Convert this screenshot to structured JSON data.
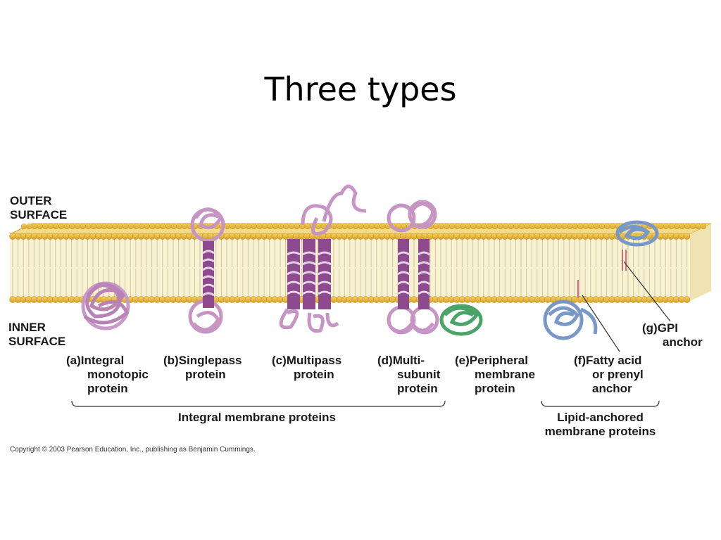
{
  "title": "Three types",
  "surfaces": {
    "outer": [
      "OUTER",
      "SURFACE"
    ],
    "inner": [
      "INNER",
      "SURFACE"
    ]
  },
  "proteins": [
    {
      "letter": "(a)",
      "lines": [
        "Integral",
        "monotopic",
        "protein"
      ]
    },
    {
      "letter": "(b)",
      "lines": [
        "Singlepass",
        "protein"
      ]
    },
    {
      "letter": "(c)",
      "lines": [
        "Multipass",
        "protein"
      ]
    },
    {
      "letter": "(d)",
      "lines": [
        "Multi-",
        "subunit",
        "protein"
      ]
    },
    {
      "letter": "(e)",
      "lines": [
        "Peripheral",
        "membrane",
        "protein"
      ]
    },
    {
      "letter": "(f)",
      "lines": [
        "Fatty acid",
        "or prenyl",
        "anchor"
      ]
    },
    {
      "letter": "(g)",
      "lines": [
        "GPI",
        "anchor"
      ]
    }
  ],
  "groups": {
    "integral": "Integral membrane proteins",
    "lipid": [
      "Lipid-anchored",
      "membrane proteins"
    ]
  },
  "copyright": "Copyright © 2003 Pearson Education, Inc., publishing as Benjamin Cummings.",
  "colors": {
    "headgroup": "#e8b838",
    "tail": "#f7f0cf",
    "purple_protein": "#c795c4",
    "dark_purple": "#8d4a8f",
    "green_protein": "#4aa46a",
    "blue_protein": "#7898c8"
  }
}
